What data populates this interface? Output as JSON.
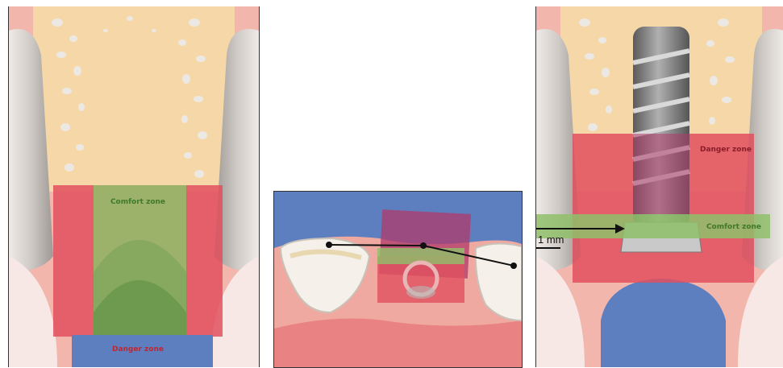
{
  "labels": {
    "comfort_zone": "Comfort zone",
    "danger_zone": "Danger zone",
    "one_mm": "1 mm"
  },
  "colors": {
    "bone": "#f6d8a8",
    "bone_pore": "#e8e4df",
    "gum_pink": "#f0a9a0",
    "danger_red": "#e0505e",
    "comfort_green": "#8fc06a",
    "blue_base": "#5d7fc0",
    "tooth_gray": "#d6d2cf",
    "implant_gray": "#8a8a8a"
  },
  "icons": {
    "arrow": "right-arrow-icon"
  }
}
